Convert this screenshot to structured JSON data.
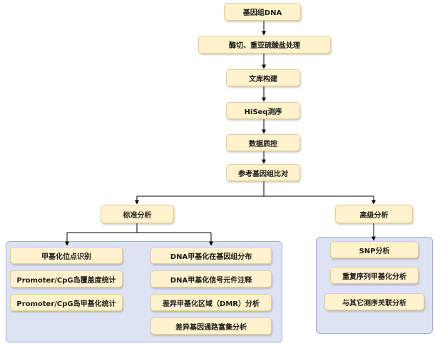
{
  "nodes": {
    "genomic_dna": "基因组DNA",
    "digestion_bisulfite": "酶切、重亚硫酸盐处理",
    "library_construction": "文库构建",
    "hiseq_sequencing": "HiSeq测序",
    "data_qc": "数据质控",
    "reference_alignment": "参考基因组比对",
    "standard_analysis": "标准分析",
    "advanced_analysis": "高级分析"
  },
  "standard_panel": {
    "left_items": [
      "甲基化位点识别",
      "Promoter/CpG岛覆盖度统计",
      "Promoter/CpG岛甲基化统计"
    ],
    "right_items": [
      "DNA甲基化在基因组分布",
      "DNA甲基化信号元件注释",
      "差异甲基化区域（DMR）分析",
      "差异基因通路富集分析"
    ]
  },
  "advanced_panel": {
    "items": [
      "SNP分析",
      "重复序列甲基化分析",
      "与其它测序关联分析"
    ]
  },
  "colors": {
    "node_fill": "#fff2cc",
    "node_border": "#e3cf94",
    "panel_fill": "#dde3f3",
    "panel_border": "#9fb0d6",
    "connector": "#000000"
  }
}
